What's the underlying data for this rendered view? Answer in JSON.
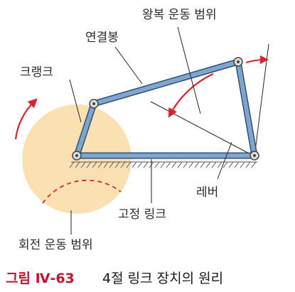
{
  "labels": {
    "swing_range": "왕복 운동 범위",
    "connecting_rod": "연결봉",
    "crank": "크랭크",
    "lever": "레버",
    "fixed_link": "고정 링크",
    "rotation_range": "회전 운동 범위"
  },
  "caption": {
    "number": "그림 Ⅳ-63",
    "title": "4절 링크 장치의 원리"
  },
  "colors": {
    "link_fill": "#7ea6cf",
    "link_stroke": "#2f4f73",
    "rotation_disc": "#fbe0b3",
    "arrow_red": "#d9232d",
    "caption_accent": "#c8102e",
    "leader_line": "#222222"
  }
}
